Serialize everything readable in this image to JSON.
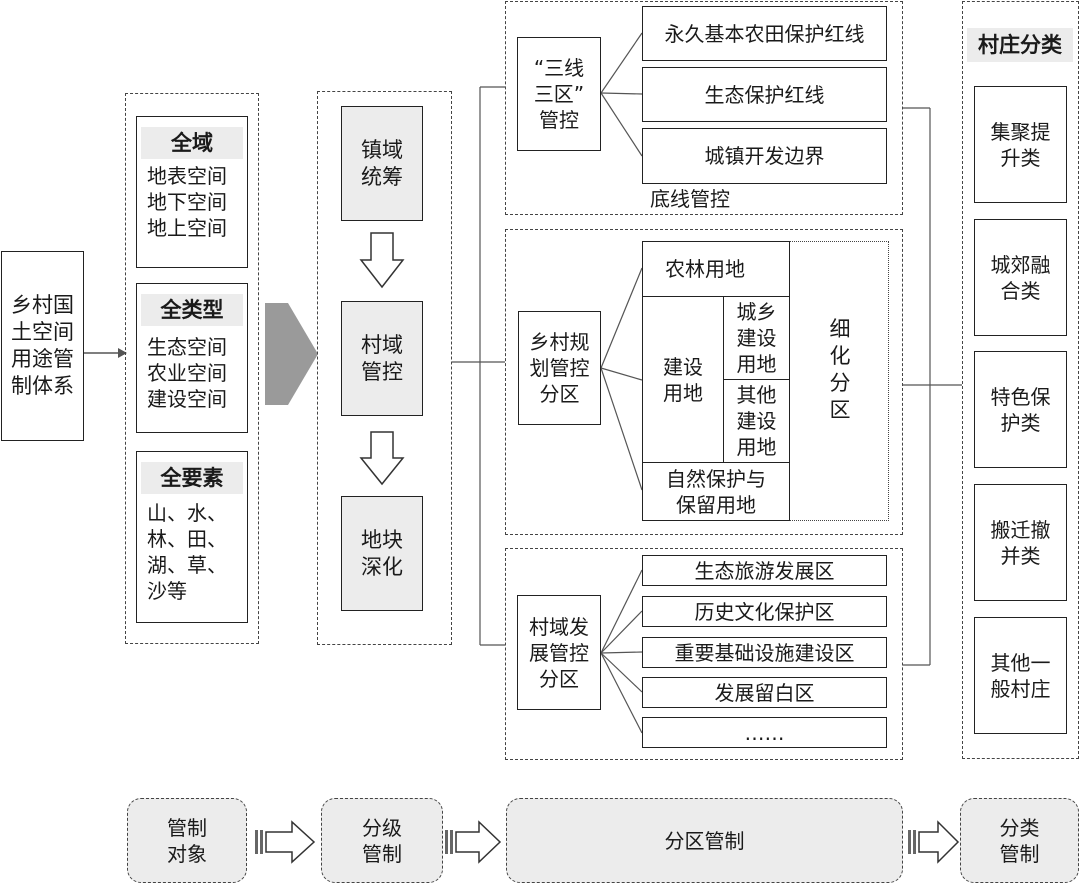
{
  "root": {
    "label": "乡村国\n土空间\n用途管\n制体系"
  },
  "objects": {
    "groups": [
      {
        "title": "全域",
        "body": "地表空间\n地下空间\n地上空间"
      },
      {
        "title": "全类型",
        "body": "生态空间\n农业空间\n建设空间"
      },
      {
        "title": "全要素",
        "body": "山、水、\n林、田、\n湖、草、\n沙等"
      }
    ]
  },
  "levels": {
    "items": [
      "镇域\n统筹",
      "村域\n管控",
      "地块\n深化"
    ]
  },
  "bottomline": {
    "head": "“三线\n三区”\n管控",
    "items": [
      "永久基本农田保护红线",
      "生态保护红线",
      "城镇开发边界"
    ],
    "caption": "底线管控"
  },
  "planning": {
    "head": "乡村规\n划管控\n分区",
    "agri": "农林用地",
    "construction": "建设\n用地",
    "urban_rural": "城乡\n建设\n用地",
    "other_construction": "其他\n建设\n用地",
    "nature": "自然保护与\n保留用地",
    "refined": "细\n化\n分\n区"
  },
  "development": {
    "head": "村域发\n展管控\n分区",
    "items": [
      "生态旅游发展区",
      "历史文化保护区",
      "重要基础设施建设区",
      "发展留白区",
      "……"
    ]
  },
  "villages": {
    "title": "村庄分类",
    "items": [
      "集聚提\n升类",
      "城郊融\n合类",
      "特色保\n护类",
      "搬迁撤\n并类",
      "其他一\n般村庄"
    ]
  },
  "footer": {
    "items": [
      "管制\n对象",
      "分级\n管制",
      "分区管制",
      "分类\n管制"
    ]
  }
}
